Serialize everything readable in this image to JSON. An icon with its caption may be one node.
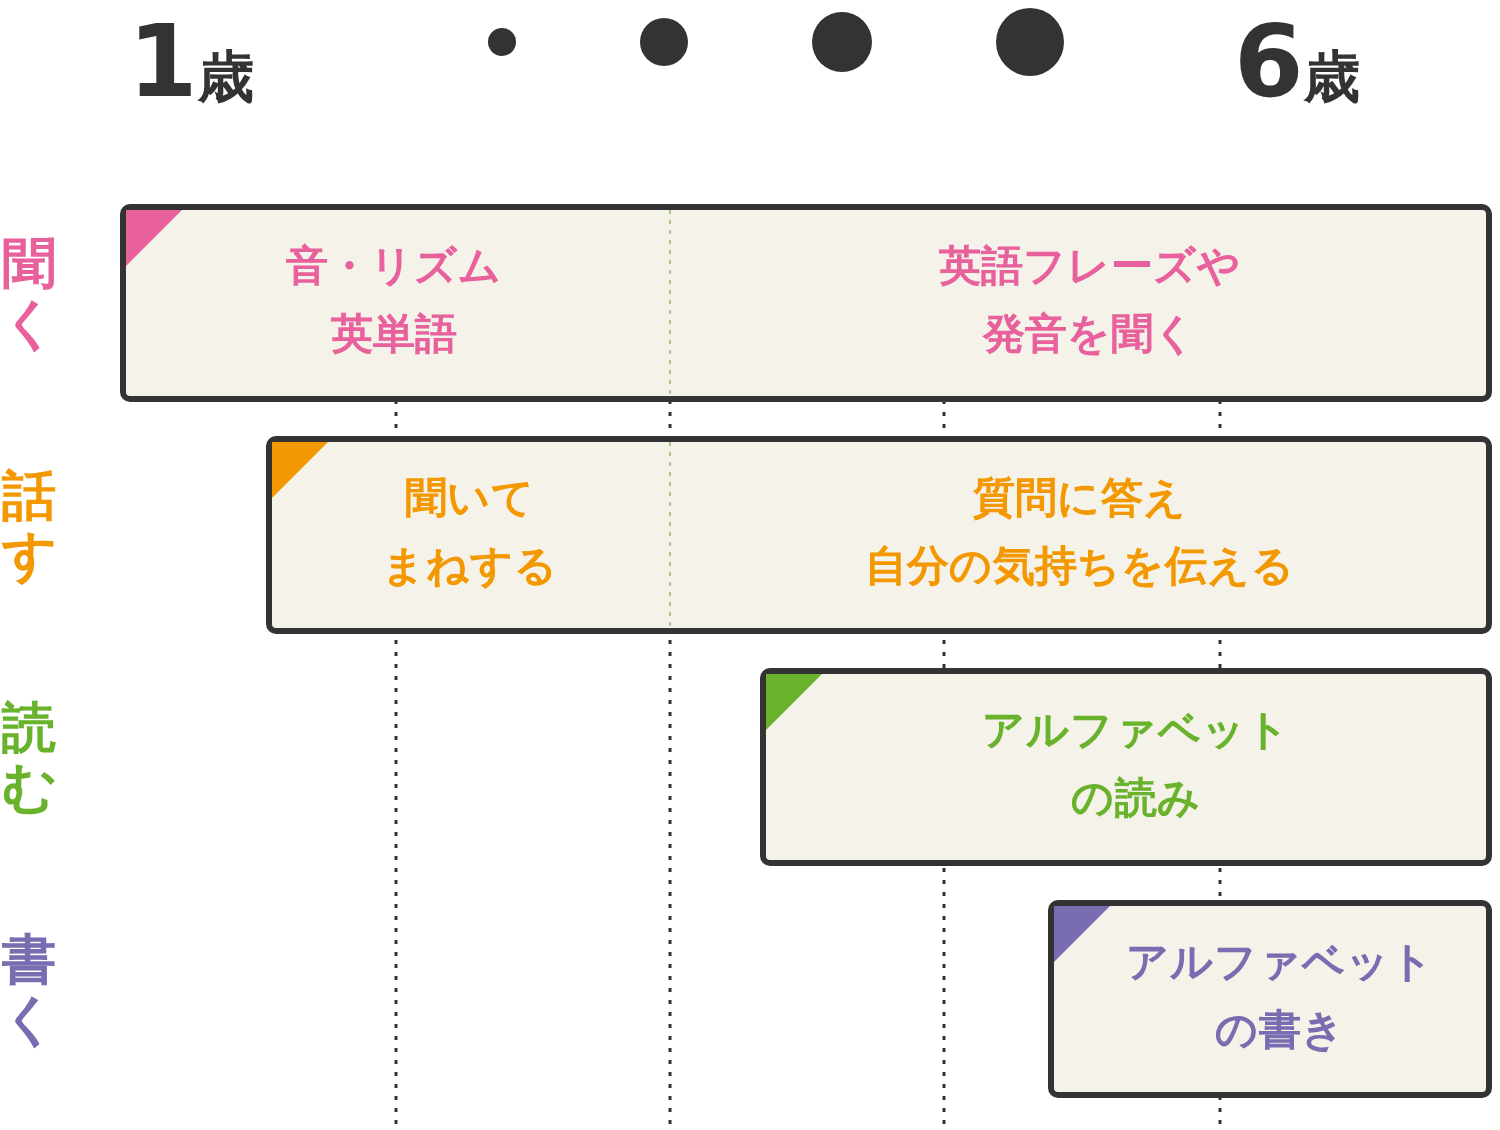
{
  "diagram": {
    "nodes": [
      {
        "text": [
          "音・リズム英単語",
          "英語フレーズや発音を聞く"
        ]
      },
      {
        "text": [
          "聞いてまねする",
          "質問に答え自分の気持ちを伝える"
        ]
      },
      {
        "text": [
          "アルファベットの読み"
        ]
      },
      {
        "text": [
          "アルファベットの書き"
        ]
      }
    ],
    "labels": [
      "1歳",
      "6歳",
      "聞く",
      "話す",
      "読む",
      "書く"
    ]
  }
}
